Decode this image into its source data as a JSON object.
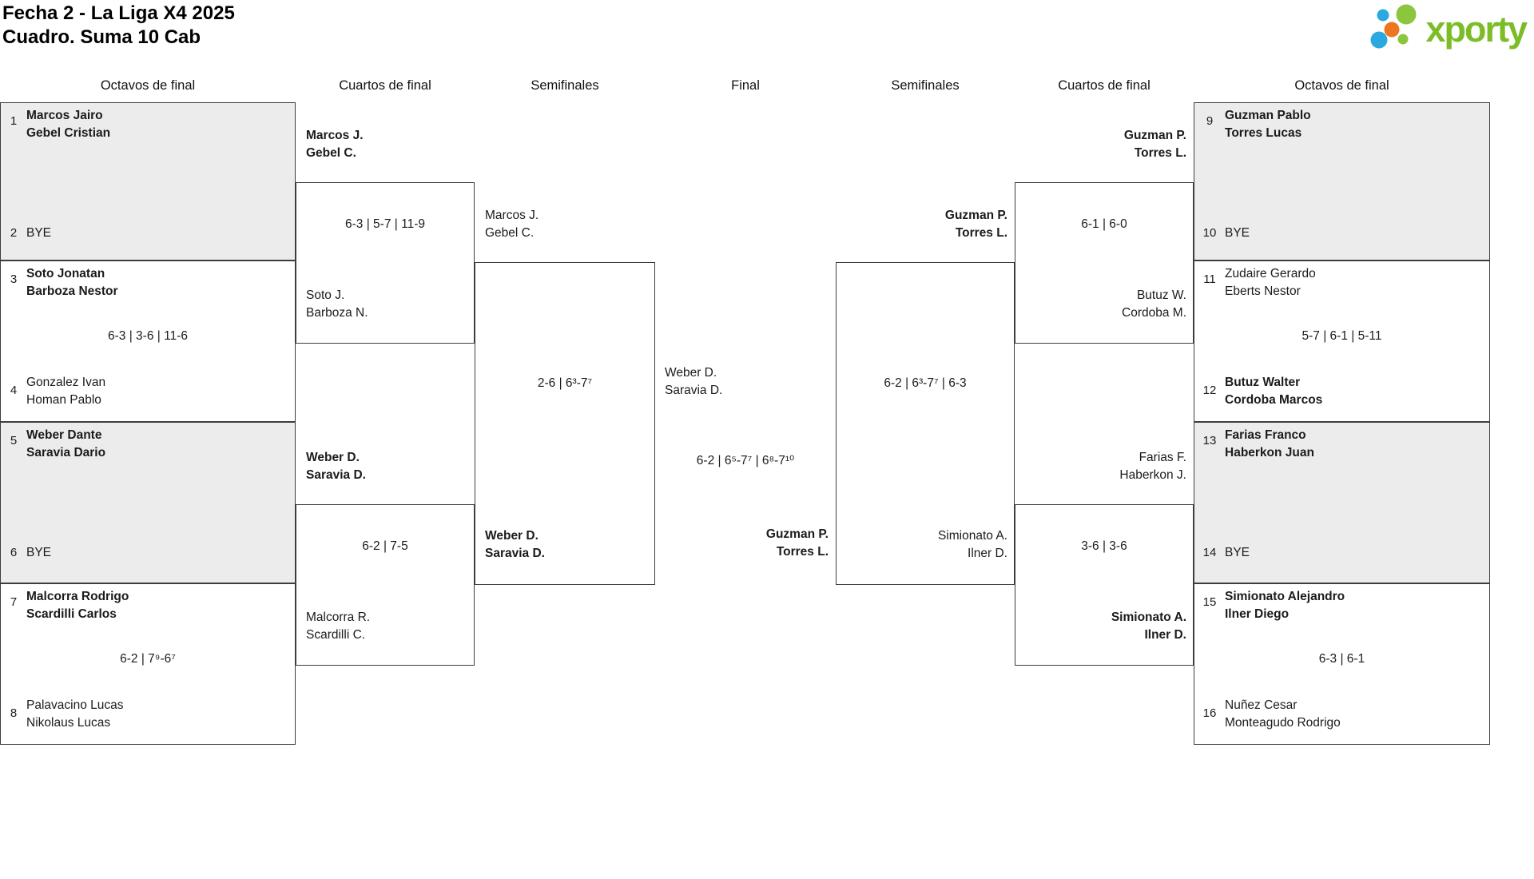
{
  "title": {
    "line1": "Fecha 2 - La Liga X4 2025",
    "line2": "Cuadro. Suma 10 Cab"
  },
  "logo": {
    "brand": "xporty"
  },
  "colors": {
    "brand_green": "#8cc63f",
    "brand_text_green": "#7cbd27",
    "brand_blue": "#29a9e0",
    "brand_orange": "#ee7623",
    "box_gray": "#ececec",
    "border": "#3d3d3d"
  },
  "round_headers": [
    "Octavos de final",
    "Cuartos de final",
    "Semifinales",
    "Final",
    "Semifinales",
    "Cuartos de final",
    "Octavos de final"
  ],
  "matches": {
    "ol1": {
      "seed_top": "1",
      "top1": "Marcos Jairo",
      "top2": "Gebel Cristian",
      "seed_bot": "2",
      "bot1": "BYE"
    },
    "ol2": {
      "seed_top": "3",
      "top1": "Soto Jonatan",
      "top2": "Barboza Nestor",
      "score": "6-3 | 3-6 | 11-6",
      "seed_bot": "4",
      "bot1": "Gonzalez Ivan",
      "bot2": "Homan Pablo"
    },
    "ol3": {
      "seed_top": "5",
      "top1": "Weber Dante",
      "top2": "Saravia Dario",
      "seed_bot": "6",
      "bot1": "BYE"
    },
    "ol4": {
      "seed_top": "7",
      "top1": "Malcorra Rodrigo",
      "top2": "Scardilli Carlos",
      "score": "6-2 | 7⁹-6⁷",
      "seed_bot": "8",
      "bot1": "Palavacino Lucas",
      "bot2": "Nikolaus Lucas"
    },
    "ql1": {
      "top1": "Marcos J.",
      "top2": "Gebel C.",
      "score": "6-3 | 5-7 | 11-9",
      "bot1": "Soto J.",
      "bot2": "Barboza N."
    },
    "ql2": {
      "top1": "Weber D.",
      "top2": "Saravia D.",
      "score": "6-2 | 7-5",
      "bot1": "Malcorra R.",
      "bot2": "Scardilli C."
    },
    "sl": {
      "top1": "Marcos J.",
      "top2": "Gebel C.",
      "score": "2-6 | 6³-7⁷",
      "bot1": "Weber D.",
      "bot2": "Saravia D."
    },
    "final": {
      "left1": "Weber D.",
      "left2": "Saravia D.",
      "score": "6-2 | 6⁵-7⁷ | 6⁸-7¹⁰",
      "right1": "Guzman P.",
      "right2": "Torres L."
    },
    "sr": {
      "top1": "Guzman P.",
      "top2": "Torres L.",
      "score": "6-2 | 6³-7⁷ | 6-3",
      "bot1": "Simionato A.",
      "bot2": "Ilner D."
    },
    "qr1": {
      "top1": "Guzman P.",
      "top2": "Torres L.",
      "score": "6-1 | 6-0",
      "bot1": "Butuz W.",
      "bot2": "Cordoba M."
    },
    "qr2": {
      "top1": "Farias F.",
      "top2": "Haberkon J.",
      "score": "3-6 | 3-6",
      "bot1": "Simionato A.",
      "bot2": "Ilner D."
    },
    "or1": {
      "seed_top": "9",
      "top1": "Guzman Pablo",
      "top2": "Torres Lucas",
      "seed_bot": "10",
      "bot1": "BYE"
    },
    "or2": {
      "seed_top": "11",
      "top1": "Zudaire Gerardo",
      "top2": "Eberts Nestor",
      "score": "5-7 | 6-1 | 5-11",
      "seed_bot": "12",
      "bot1": "Butuz Walter",
      "bot2": "Cordoba Marcos"
    },
    "or3": {
      "seed_top": "13",
      "top1": "Farias Franco",
      "top2": "Haberkon Juan",
      "seed_bot": "14",
      "bot1": "BYE"
    },
    "or4": {
      "seed_top": "15",
      "top1": "Simionato Alejandro",
      "top2": "Ilner Diego",
      "score": "6-3 | 6-1",
      "seed_bot": "16",
      "bot1": "Nuñez Cesar",
      "bot2": "Monteagudo Rodrigo"
    }
  }
}
